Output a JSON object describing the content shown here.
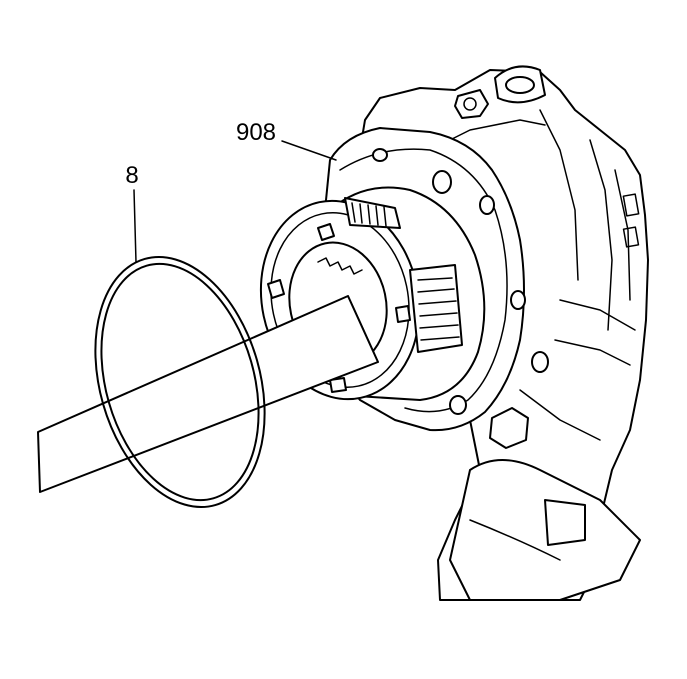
{
  "callouts": [
    {
      "id": "oring",
      "label": "8"
    },
    {
      "id": "hub-assembly",
      "label": "908"
    }
  ]
}
